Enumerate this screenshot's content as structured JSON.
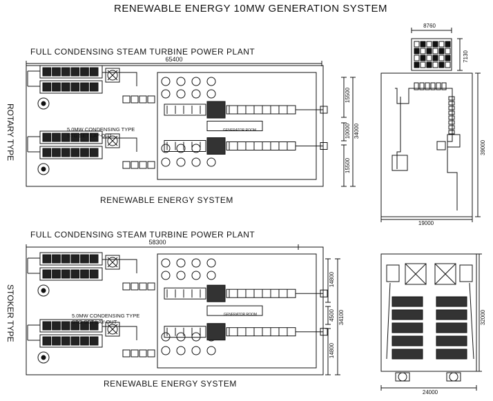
{
  "title": "RENEWABLE ENERGY 10MW GENERATION SYSTEM",
  "rotary": {
    "side_label": "ROTARY TYPE",
    "section_title": "FULL CONDENSING STEAM TURBINE POWER PLANT",
    "footer": "RENEWABLE ENERGY SYSTEM",
    "stg_note_1": "5.0MW CONDENSING TYPE",
    "stg_note_2": "STG SET LAY-OUT",
    "room_label": "GENERATOR ROOM",
    "width_dim": "65400",
    "dim_a": "15500",
    "dim_b": "10000",
    "dim_c": "34000",
    "dim_d": "15500",
    "feeder_width": "8760",
    "feeder_height": "7130",
    "plan_height": "39000",
    "plan_width": "19000"
  },
  "stoker": {
    "side_label": "STOKER TYPE",
    "section_title": "FULL CONDENSING STEAM TURBINE POWER PLANT",
    "footer": "RENEWABLE ENERGY SYSTEM",
    "stg_note_1": "5.0MW CONDENSING TYPE",
    "stg_note_2": "STG SET LAY-OUT",
    "room_label": "GENERATOR ROOM",
    "width_dim": "58300",
    "dim_a": "14800",
    "dim_b": "4500",
    "dim_c": "34100",
    "dim_d": "14800",
    "plan_height": "32000",
    "plan_width": "24000"
  }
}
